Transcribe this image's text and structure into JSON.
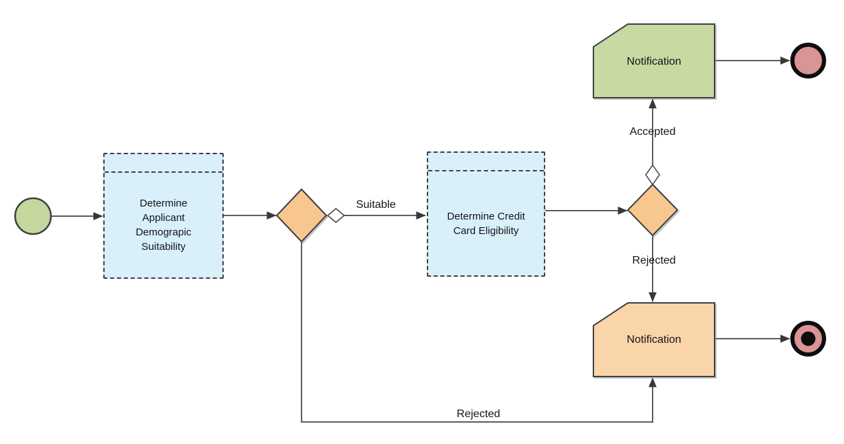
{
  "diagram": {
    "type": "bpmn-flowchart",
    "tasks": {
      "demographic": {
        "label": "Determine Applicant Demograpic Suitability"
      },
      "eligibility": {
        "label": "Determine Credit Card Eligibility"
      }
    },
    "notifications": {
      "accepted": {
        "label": "Notification"
      },
      "rejected": {
        "label": "Notification"
      }
    },
    "edge_labels": {
      "suitable": "Suitable",
      "accepted": "Accepted",
      "rejected_from_eligibility": "Rejected",
      "rejected_from_demographic": "Rejected"
    },
    "colors": {
      "canvas-bg": "#FFFFFF",
      "task-fill": "#D9F0FA",
      "shape-border": "#404040",
      "gateway-fill": "#F7C78F",
      "start-fill": "#C5D79D",
      "end-fill": "#D99495",
      "notification-accepted-fill": "#C9D9A2",
      "notification-rejected-fill": "#FBD5AA",
      "connector": "#5E5E5E",
      "arrowhead": "#383838",
      "text": "#141414"
    }
  }
}
